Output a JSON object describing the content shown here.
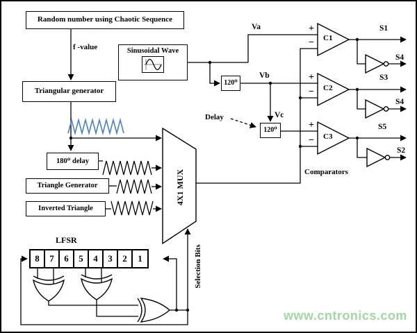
{
  "diagram": {
    "blocks": {
      "chaotic": "Random number using Chaotic Sequence",
      "f_value": "f -value",
      "sinusoidal": "Sinusoidal Wave",
      "triangular_generator": "Triangular generator",
      "delay_180": "180⁰ delay",
      "triangle_generator": "Triangle Generator",
      "inverted_triangle": "Inverted Triangle",
      "mux": "4X1 MUX",
      "delay_120_first": "120⁰",
      "delay_120_second": "120⁰",
      "delay_caption": "Delay",
      "comparators_caption": "Comparators",
      "selection_bits": "Selection Bits",
      "lfsr_caption": "LFSR"
    },
    "signals": {
      "va": "Va",
      "vb": "Vb",
      "vc": "Vc",
      "plus": "+",
      "minus": "−",
      "c1": "C1",
      "c2": "C2",
      "c3": "C3",
      "s1": "S1",
      "s4_top": "S4",
      "s3": "S3",
      "s4_mid": "S4",
      "s5": "S5",
      "s2": "S2"
    },
    "lfsr_cells": [
      "8",
      "7",
      "6",
      "5",
      "4",
      "3",
      "2",
      "1"
    ]
  },
  "watermark": {
    "text": "www.cntronics.com",
    "color": "#a3d6a3"
  },
  "colors": {
    "waveform_blue": "#4f81bd",
    "wire_black": "#000000"
  }
}
